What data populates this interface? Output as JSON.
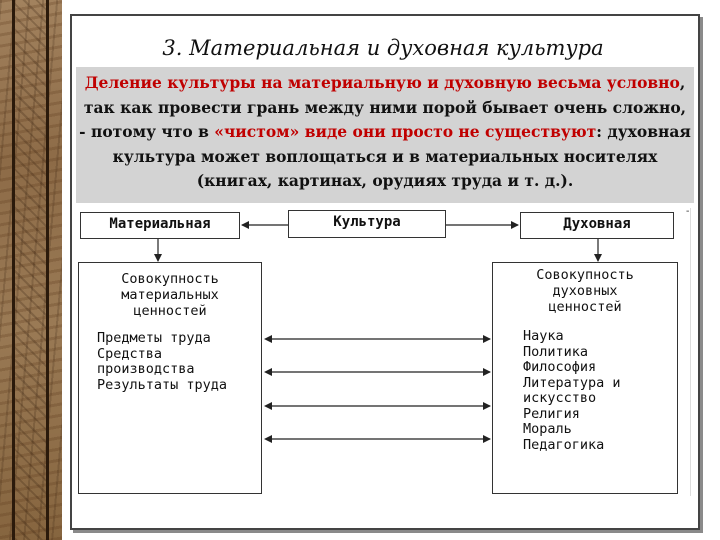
{
  "slide": {
    "title": "3. Материальная и духовная культура",
    "note": {
      "lines": [
        [
          {
            "t": "Деление культуры на материальную и духовную весьма условно",
            "red": true
          },
          {
            "t": ","
          }
        ],
        [
          {
            "t": "так как провести грань между ними порой бывает очень сложно,"
          }
        ],
        [
          {
            "t": "- потому что в "
          },
          {
            "t": "«чистом» виде они просто не существуют",
            "red": true
          },
          {
            "t": ": духовная"
          }
        ],
        [
          {
            "t": "культура может воплощаться и в материальных носителях"
          }
        ],
        [
          {
            "t": "(книгах, картинах, орудиях труда и т. д.)."
          }
        ]
      ]
    }
  },
  "diagram": {
    "left_top": "Материальная",
    "center": "Культура",
    "right_top": "Духовная",
    "left_box": {
      "heading": [
        "Совокупность",
        "материальных",
        "ценностей"
      ],
      "items": [
        "Предметы труда",
        "Средства",
        "производства",
        "Результаты труда"
      ]
    },
    "right_box": {
      "heading": [
        "Совокупность",
        "духовных",
        "ценностей"
      ],
      "items": [
        "Наука",
        "Политика",
        "Философия",
        "Литература и",
        "искусство",
        "Религия",
        "Мораль",
        "Педагогика"
      ]
    }
  },
  "colors": {
    "accent_red": "#c00000",
    "note_bg": "#d3d3d3"
  }
}
